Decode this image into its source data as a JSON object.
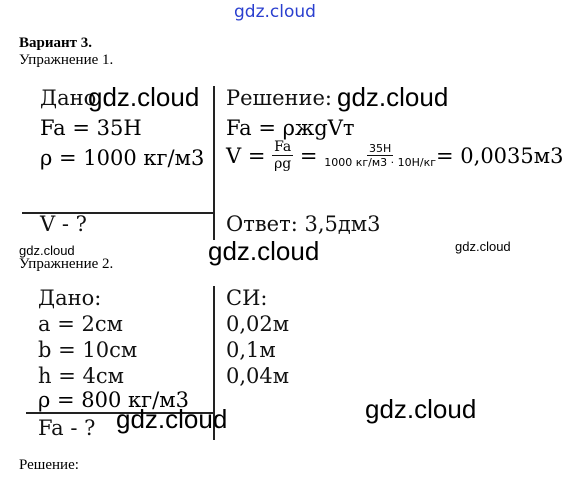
{
  "watermark": "gdz.cloud",
  "header": {
    "variant": "Вариант 3.",
    "exercise1": "Упражнение 1.",
    "exercise2": "Упражнение 2."
  },
  "ex1": {
    "given_label": "Дано",
    "fa_line": "Fa = 35H",
    "rho_line": "ρ = 1000 кг/м3",
    "find_line": "V - ?",
    "solution_label": "Решение:",
    "formula_fa": "Fa = ρжgVт",
    "v_num": "Fa",
    "v_den": "ρg",
    "v_num2": "35H",
    "v_den2": "1000 кг/м3 · 10Н/кг",
    "v_result": "= 0,0035м3",
    "answer": "Ответ: 3,5дм3"
  },
  "ex2": {
    "given_label": "Дано:",
    "si_label": "СИ:",
    "a": "a = 2см",
    "b": "b = 10см",
    "h": "h = 4см",
    "rho": "ρ = 800 кг/м3",
    "find": "Fa - ?",
    "a_si": "0,02м",
    "b_si": "0,1м",
    "h_si": "0,04м"
  },
  "footer": {
    "solution_label": "Решение:"
  }
}
